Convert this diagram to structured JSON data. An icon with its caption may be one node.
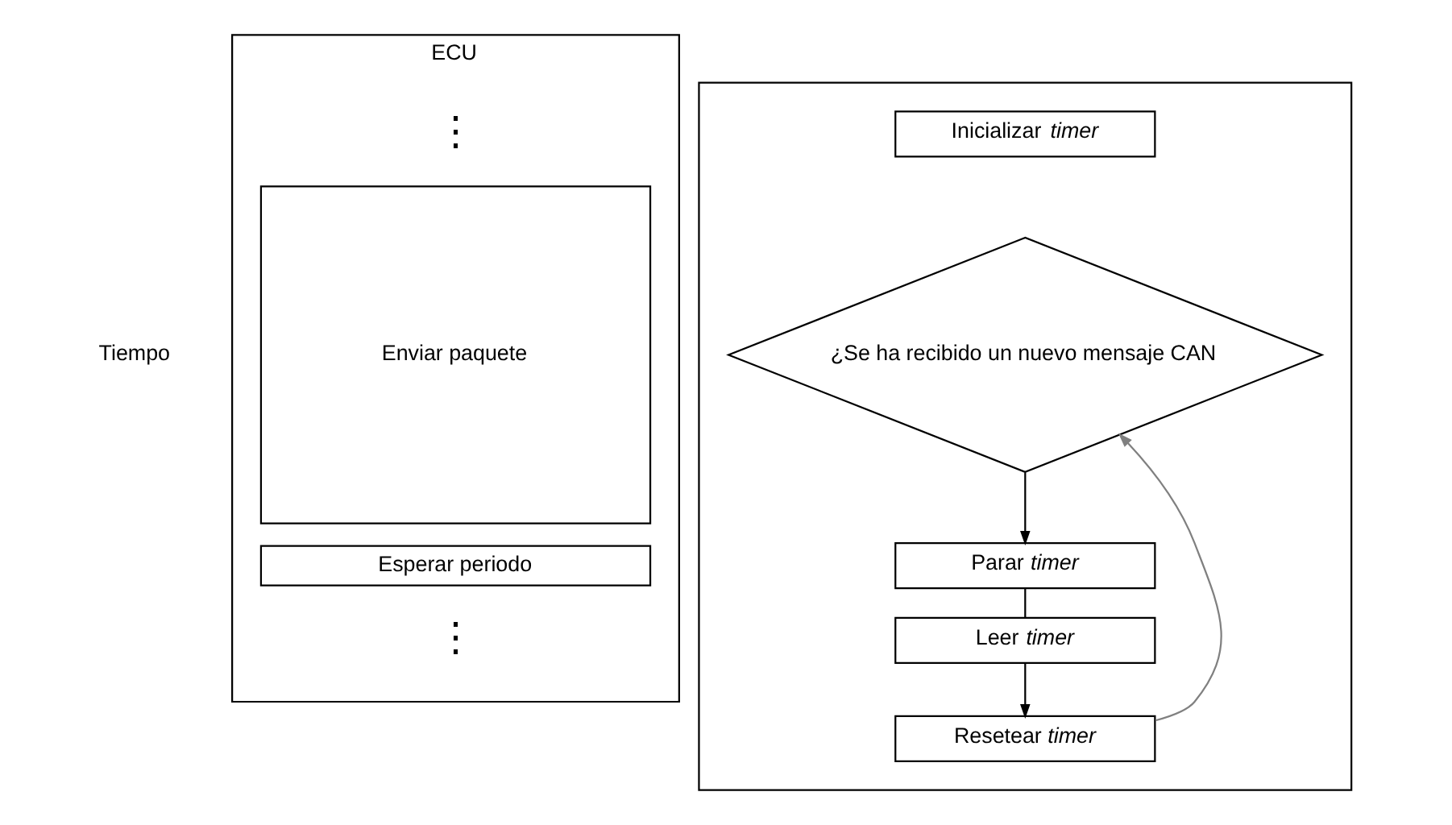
{
  "diagram": {
    "nodes": [
      {
        "text": [
          "ECU"
        ]
      },
      {
        "text": [
          "Enviar paquete"
        ],
        "in": 0
      },
      {
        "text": [
          "Esperar periodo"
        ],
        "in": 0
      },
      {
        "text": [],
        "shape": "box"
      },
      {
        "text": [
          "Inicializar *timer*"
        ],
        "in": 3
      },
      {
        "text": [
          "¿Se ha recibido un nuevo mensaje CAN"
        ],
        "in": 3
      },
      {
        "text": [
          "Parar *timer*"
        ],
        "in": 3
      },
      {
        "text": [
          "Leer *timer*"
        ],
        "in": 3
      },
      {
        "text": [
          "Resetear *timer*"
        ],
        "in": 3
      }
    ],
    "edges": [
      {
        "from": 5,
        "to": 6,
        "arrow": "to"
      },
      {
        "from": 6,
        "to": 7,
        "arrow": "none"
      },
      {
        "from": 7,
        "to": 8,
        "arrow": "to"
      },
      {
        "from": 8,
        "to": 5,
        "arrow": "to",
        "color": "#808080"
      }
    ],
    "labels": [
      "Tiempo",
      "⋮",
      "⋮"
    ]
  }
}
